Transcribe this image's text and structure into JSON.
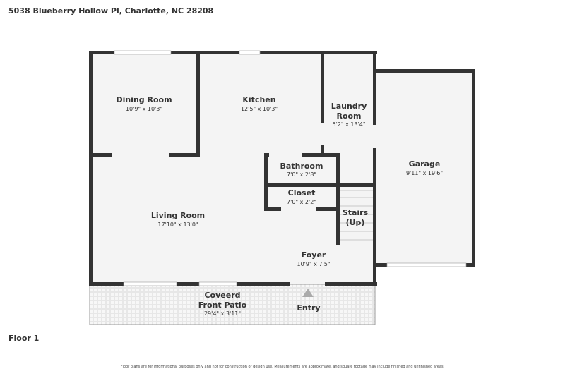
{
  "address": "5038 Blueberry Hollow Pl, Charlotte, NC 28208",
  "floor_label": "Floor 1",
  "disclaimer": "Floor plans are for informational purposes only and not for construction or design use. Measurements are approximate, and square footage may include finished and unfinished areas.",
  "rooms": {
    "dining": {
      "name": "Dining Room",
      "dims": "10'9\" x 10'3\""
    },
    "kitchen": {
      "name": "Kitchen",
      "dims": "12'5\" x 10'3\""
    },
    "laundry": {
      "name1": "Laundry",
      "name2": "Room",
      "dims": "5'2\" x 13'4\""
    },
    "garage": {
      "name": "Garage",
      "dims": "9'11\" x 19'6\""
    },
    "bathroom": {
      "name": "Bathroom",
      "dims": "7'0\" x 2'8\""
    },
    "closet": {
      "name": "Closet",
      "dims": "7'0\" x 2'2\""
    },
    "stairs": {
      "name1": "Stairs",
      "name2": "(Up)"
    },
    "living": {
      "name": "Living Room",
      "dims": "17'10\" x 13'0\""
    },
    "foyer": {
      "name": "Foyer",
      "dims": "10'9\" x 7'5\""
    },
    "patio": {
      "name1": "Coveerd",
      "name2": "Front Patio",
      "dims": "29'4\" x 3'11\""
    },
    "entry": {
      "name": "Entry"
    }
  },
  "colors": {
    "wall": "#333333",
    "floor": "#f4f4f4",
    "entry_marker": "#aaaaaa"
  }
}
